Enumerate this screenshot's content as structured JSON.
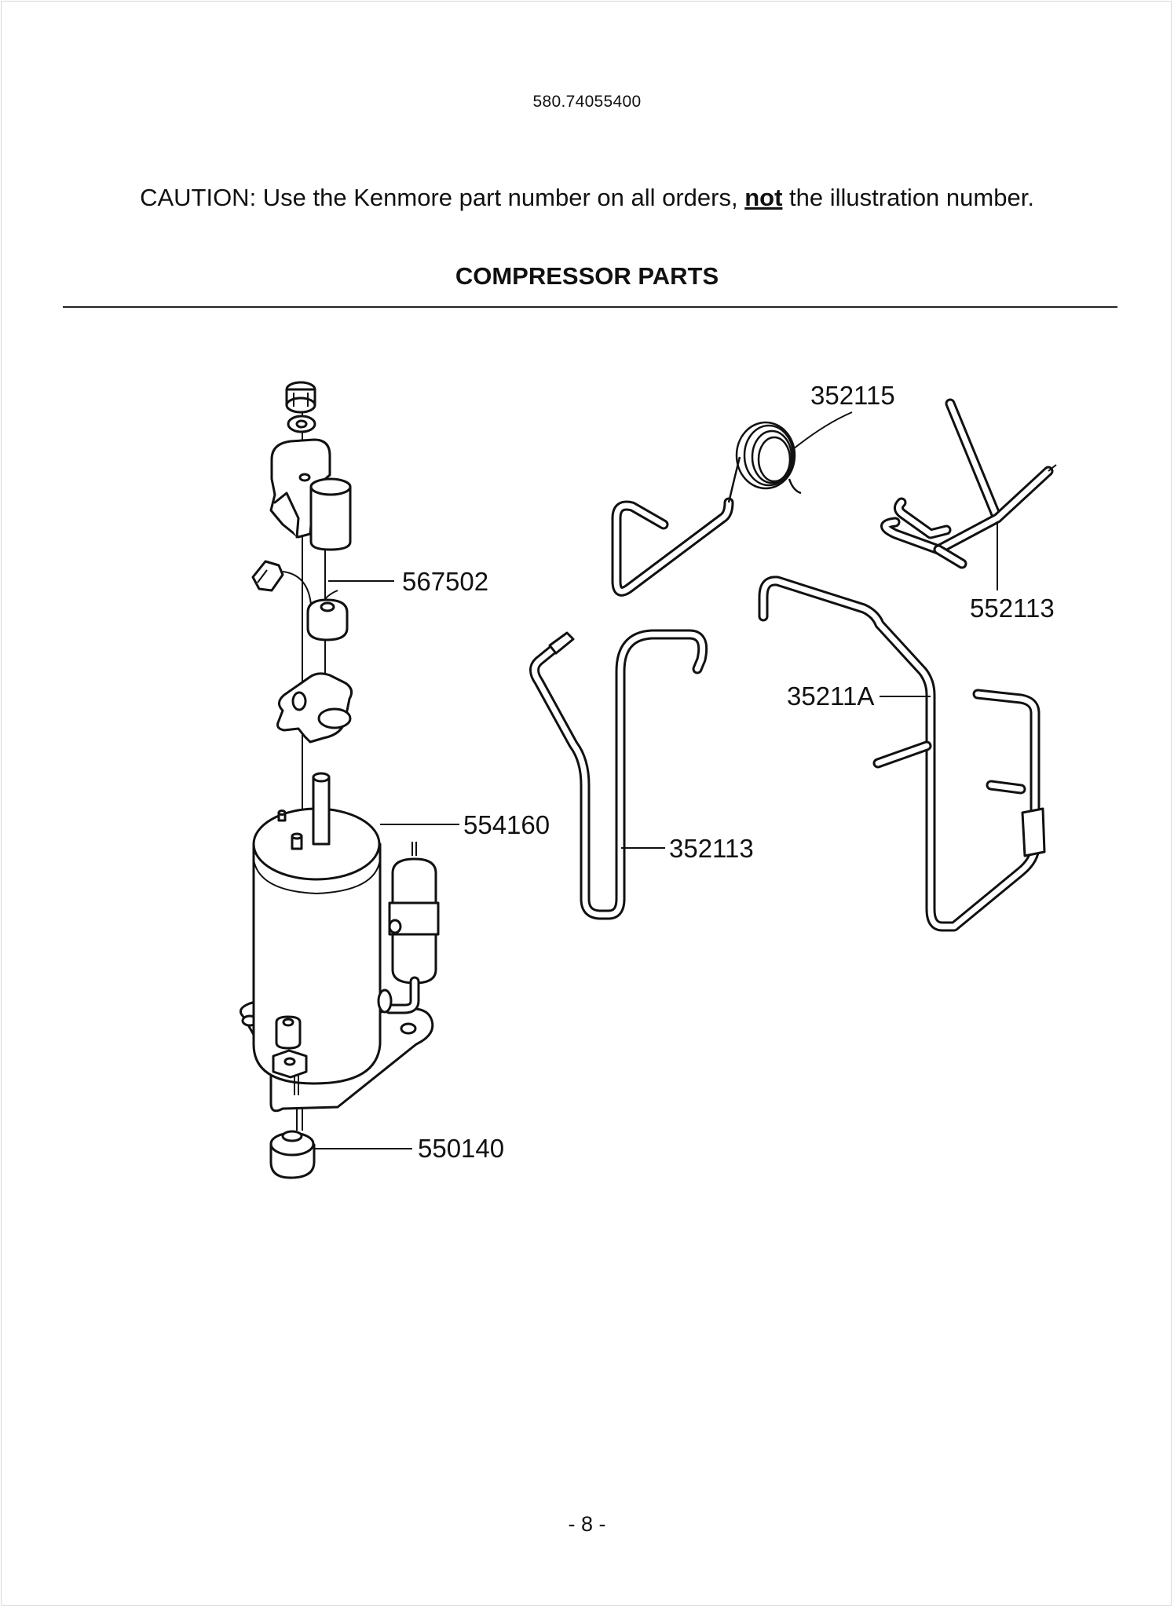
{
  "header": {
    "model_number": "580.74055400"
  },
  "caution": {
    "before": "CAUTION: Use the Kenmore part number on all orders, ",
    "emphasis": "not",
    "after": " the illustration number."
  },
  "section_title": "COMPRESSOR PARTS",
  "callouts": {
    "overload_protector": "567502",
    "compressor": "554160",
    "rubber_mount": "550140",
    "capillary_tube": "352115",
    "tube_right_top": "552113",
    "tube_center": "352113",
    "tube_right": "35211A"
  },
  "footer": {
    "page_number": "- 8 -"
  }
}
